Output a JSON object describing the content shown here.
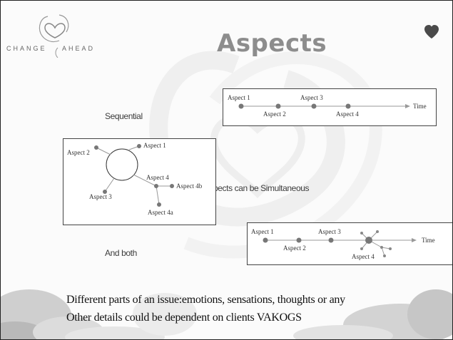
{
  "slide": {
    "title": "Aspects",
    "logo_left": "CHANGE",
    "logo_right": "AHEAD"
  },
  "labels": {
    "sequential": "Sequential",
    "simultaneous": "pects can be Simultaneous",
    "both": "And both"
  },
  "diagram_sequential": {
    "items": [
      "Aspect 1",
      "Aspect 2",
      "Aspect 3",
      "Aspect 4"
    ],
    "time_label": "Time"
  },
  "diagram_simultaneous": {
    "items": [
      "Aspect 1",
      "Aspect 2",
      "Aspect 3",
      "Aspect 4",
      "Aspect 4b",
      "Aspect 4a"
    ]
  },
  "diagram_both": {
    "items": [
      "Aspect 1",
      "Aspect 2",
      "Aspect 3",
      "Aspect 4"
    ],
    "time_label": "Time"
  },
  "bottom_text": {
    "line1": "Different  parts of an issue:emotions, sensations, thoughts or any",
    "line2": "Other details could be dependent on clients VAKOGS"
  }
}
